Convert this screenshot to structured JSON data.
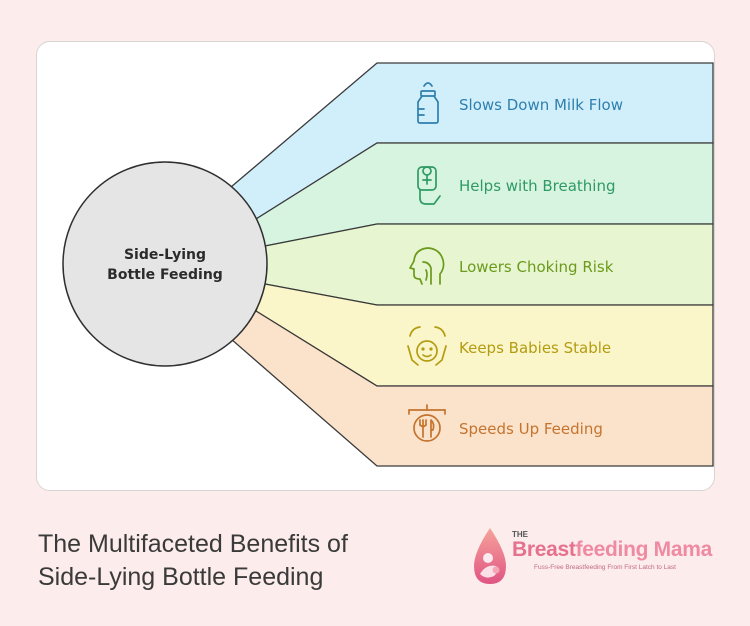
{
  "center": {
    "line1": "Side-Lying",
    "line2": "Bottle Feeding"
  },
  "benefits": [
    {
      "label": "Slows Down Milk Flow",
      "icon": "baby-bottle-icon",
      "color": "#2f7fae",
      "bg": "#d1effb"
    },
    {
      "label": "Helps with Breathing",
      "icon": "breathing-aid-icon",
      "color": "#2f9a63",
      "bg": "#d7f4e1"
    },
    {
      "label": "Lowers Choking Risk",
      "icon": "head-throat-icon",
      "color": "#6c9a1c",
      "bg": "#e7f6d1"
    },
    {
      "label": "Keeps Babies Stable",
      "icon": "baby-hands-icon",
      "color": "#b49c12",
      "bg": "#fbf6c9"
    },
    {
      "label": "Speeds Up Feeding",
      "icon": "clock-utensils-icon",
      "color": "#c4742f",
      "bg": "#fbe3cb"
    }
  ],
  "title": {
    "line1": "The Multifaceted Benefits of",
    "line2": "Side-Lying Bottle Feeding"
  },
  "brand": {
    "the": "THE",
    "name_part1": "Breast",
    "name_part2": "feeding Mama",
    "tagline": "Fuss-Free Breastfeeding From First Latch to Last"
  }
}
